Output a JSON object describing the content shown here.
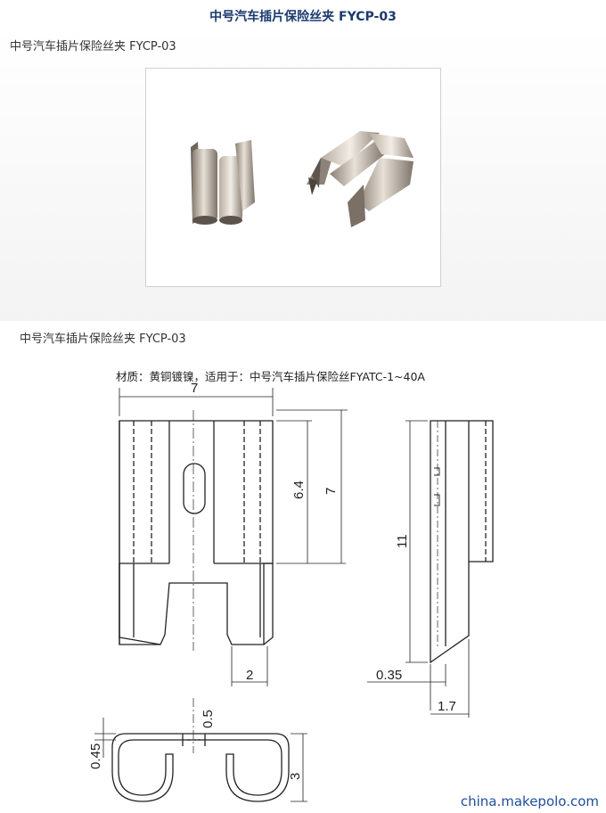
{
  "page": {
    "title": "中号汽车插片保险丝夹 FYCP-03"
  },
  "product_section": {
    "label": "中号汽车插片保险丝夹 FYCP-03"
  },
  "drawing": {
    "title": "中号汽车插片保险丝夹 FYCP-03",
    "material_note": "材质：黄铜镀镍，适用于：中号汽车插片保险丝FYATC-1~40A",
    "dimensions": {
      "width_top": "7",
      "height_a": "6.4",
      "height_b": "7",
      "height_side": "11",
      "tab_width": "2",
      "thickness": "0.35",
      "side_tab": "1.7",
      "slot": "0.5",
      "lip": "0.45",
      "profile_height": "3"
    }
  },
  "watermark": "china.makepolo.com"
}
